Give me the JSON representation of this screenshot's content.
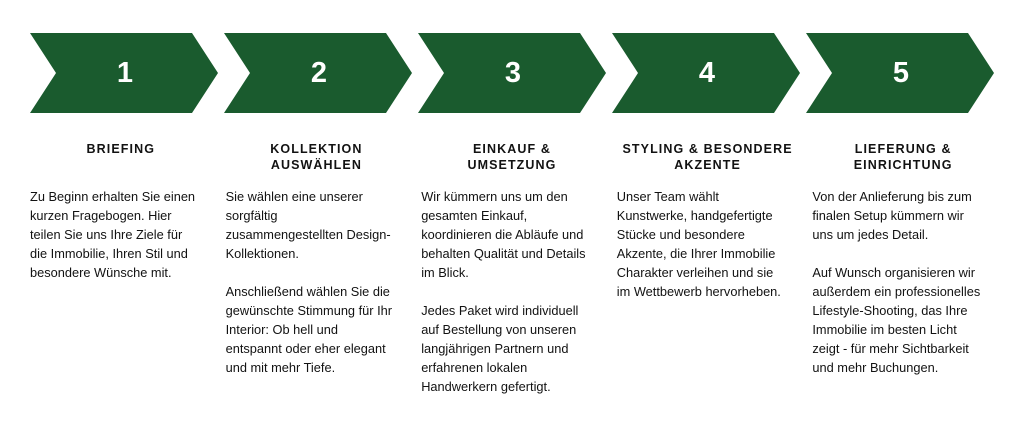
{
  "diagram": {
    "colors": {
      "background": "#ffffff",
      "arrow": "#1a5b2e",
      "number": "#ffffff",
      "heading": "#121212",
      "body": "#121212"
    },
    "steps": [
      {
        "number": "1",
        "title": "BRIEFING",
        "body": "Zu Beginn erhalten Sie einen\nkurzen Fragebogen. Hier\nteilen Sie uns Ihre Ziele für\ndie Immobilie, Ihren Stil und\nbesondere Wünsche mit."
      },
      {
        "number": "2",
        "title": "KOLLEKTION\nAUSWÄHLEN",
        "body": "Sie wählen eine unserer\nsorgfältig\nzusammengestellten Design-\nKollektionen.\n\nAnschließend wählen Sie die\ngewünschte Stimmung für Ihr\nInterior: Ob hell und\nentspannt oder eher elegant\nund mit mehr Tiefe."
      },
      {
        "number": "3",
        "title": "EINKAUF &\nUMSETZUNG",
        "body": "Wir kümmern uns um den\ngesamten Einkauf,\nkoordinieren die Abläufe und\nbehalten Qualität und Details\nim Blick.\n\nJedes Paket wird individuell\nauf Bestellung von unseren\nlangjährigen Partnern und\nerfahrenen lokalen\nHandwerkern gefertigt."
      },
      {
        "number": "4",
        "title": "STYLING & BESONDERE\nAKZENTE",
        "body": "Unser Team wählt\nKunstwerke, handgefertigte\nStücke und besondere\nAkzente, die Ihrer Immobilie\nCharakter verleihen und sie\nim Wettbewerb hervorheben."
      },
      {
        "number": "5",
        "title": "LIEFERUNG &\nEINRICHTUNG",
        "body": "Von der Anlieferung bis zum\nfinalen Setup kümmern wir\nuns um jedes Detail.\n\nAuf Wunsch organisieren wir\naußerdem ein professionelles\nLifestyle-Shooting, das Ihre\nImmobilie im besten Licht\nzeigt - für mehr Sichtbarkeit\nund mehr Buchungen."
      }
    ]
  }
}
